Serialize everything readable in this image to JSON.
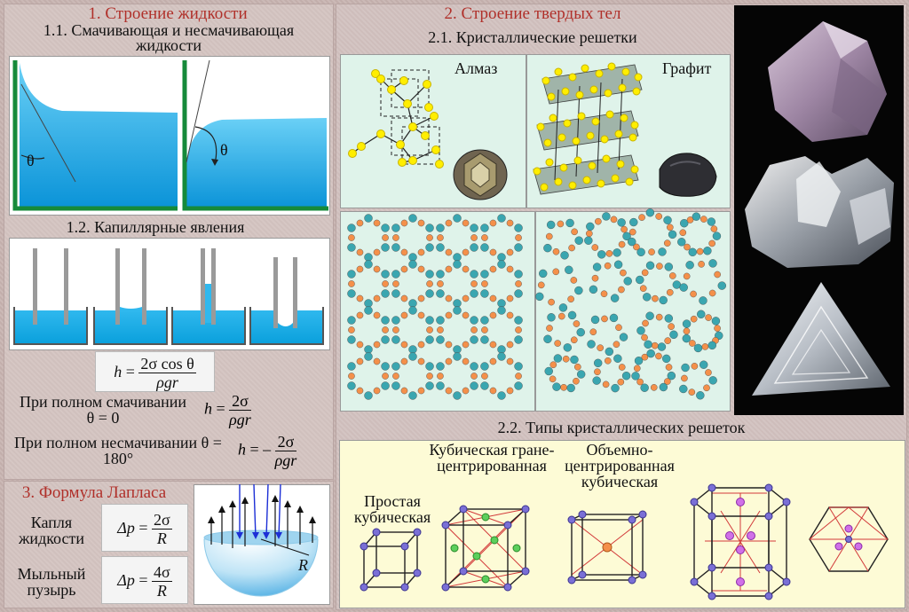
{
  "section1": {
    "title": "1. Строение жидкости",
    "sub1": "1.1. Смачивающая и несмачивающая жидкости",
    "theta1": "θ",
    "theta2": "θ",
    "sub2": "1.2. Капиллярные явления",
    "formula_main": {
      "lhs": "h",
      "num": "2σ cos θ",
      "den": "ρgr"
    },
    "full_wetting": {
      "label": "При полном смачивании θ = 0",
      "lhs": "h",
      "num": "2σ",
      "den": "ρgr"
    },
    "full_nonwetting": {
      "label": "При полном несмачивании θ = 180°",
      "lhs": "h",
      "sign": "–",
      "num": "2σ",
      "den": "ρgr"
    }
  },
  "section3": {
    "title": "3. Формула Лапласа",
    "drop_label": "Капля жидкости",
    "drop_formula": {
      "lhs": "Δp",
      "num": "2σ",
      "den": "R"
    },
    "bubble_label": "Мыльный пузырь",
    "bubble_formula": {
      "lhs": "Δp",
      "num": "4σ",
      "den": "R"
    },
    "radius_label": "R"
  },
  "section2": {
    "title": "2. Строение твердых тел",
    "sub1": "2.1. Кристаллические решетки",
    "diamond_label": "Алмаз",
    "graphite_label": "Графит",
    "sub2": "2.2. Типы кристаллических решеток",
    "simple_cubic": "Простая кубическая",
    "fcc": "Кубическая гране- центрированная",
    "bcc": "Объемно- центрированная кубическая"
  },
  "colors": {
    "title_red": "#b0302a",
    "water_blue": "#1aa8e0",
    "atom_yellow": "#ffee00",
    "atom_teal": "#3aa6b0",
    "atom_orange": "#f4904a",
    "node_violet": "#7a6fd6",
    "node_green": "#5ccf5c",
    "node_pink": "#d070e8"
  }
}
